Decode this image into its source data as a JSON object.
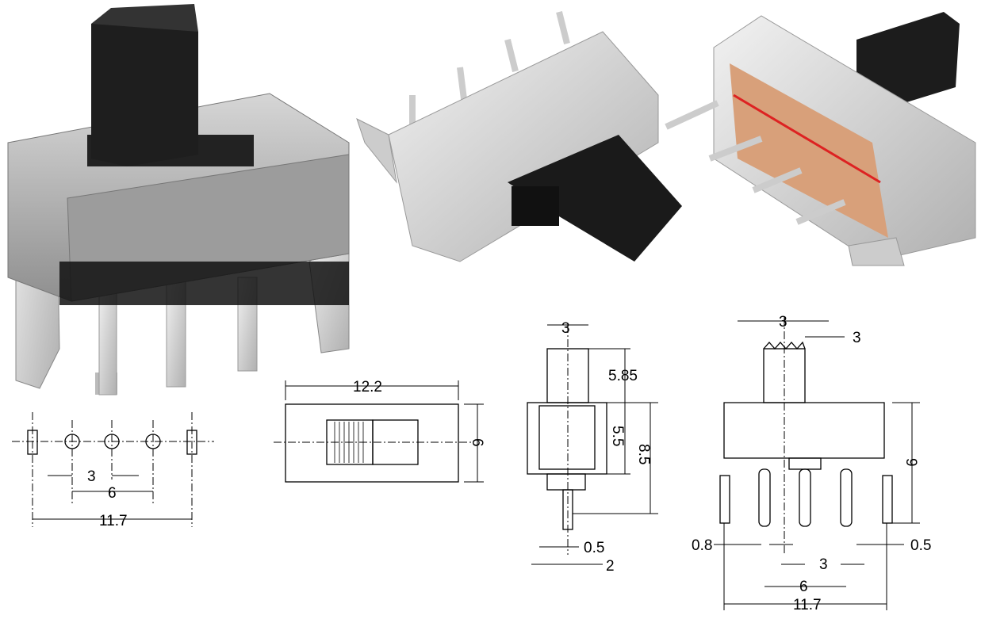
{
  "colors": {
    "metal": "#b9b9b9",
    "metal_dark": "#8a8a8a",
    "actuator": "#1e1e1e",
    "base": "#d8a07a"
  },
  "pin_layout": {
    "pitch_small": "3",
    "pitch_large": "6",
    "overall": "11.7"
  },
  "top_view": {
    "length": "12.2",
    "width": "6"
  },
  "side_view": {
    "actuator_width": "3",
    "actuator_height": "5.85",
    "body_height": "5.5",
    "total_height": "8.5",
    "pin_thickness": "0.5",
    "pin_offset": "2"
  },
  "front_view": {
    "actuator_width": "3",
    "actuator_travel": "3",
    "height": "9",
    "lug_width": "0.8",
    "pin_thickness": "0.5",
    "pin_pitch": "3",
    "pin_span": "6",
    "overall_width": "11.7"
  }
}
